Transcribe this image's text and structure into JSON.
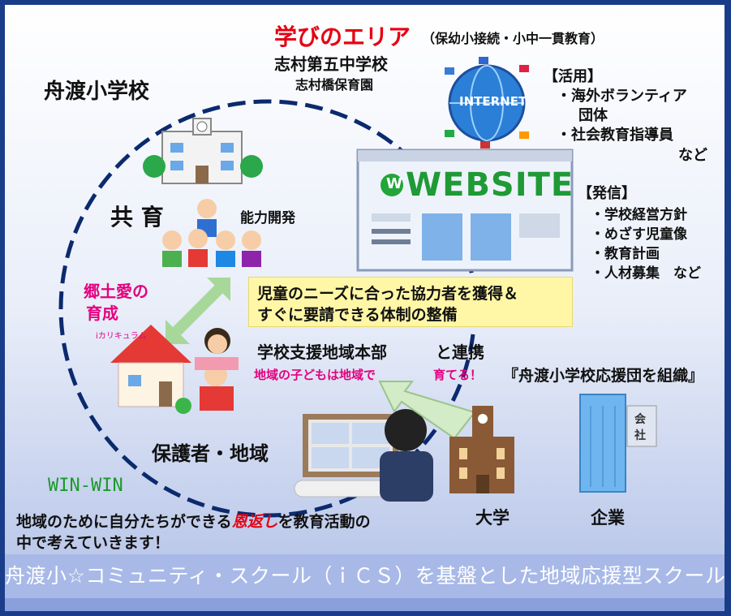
{
  "area_title": "学びのエリア",
  "area_subtitle": "（保幼小接続・小中一貫教育）",
  "junior_high": "志村第五中学校",
  "nursery": "志村橋保育園",
  "school_name": "舟渡小学校",
  "internet_label": "INTERNET",
  "usage": {
    "heading": "【活用】",
    "line1": "・海外ボランティア",
    "line2": "団体",
    "line3": "・社会教育指導員",
    "line4": "など"
  },
  "website_label": "WEBSITE",
  "website_logo": "W",
  "publish": {
    "heading": "【発信】",
    "items": [
      "・学校経営方針",
      "・めざす児童像",
      "・教育計画",
      "・人材募集　など"
    ]
  },
  "kyoiku": "共 育",
  "ability": "能力開発",
  "hometown": {
    "line1": "郷土愛の",
    "line2": "育成"
  },
  "curriculum": "iカリキュラム",
  "yellow_box": {
    "line1": "児童のニーズに合った協力者を獲得＆",
    "line2": "すぐに要請できる体制の整備"
  },
  "support_hq": "学校支援地域本部",
  "link_text": "と連携",
  "local_children": "地域の子どもは地域で",
  "raise": "育てる！",
  "support_group": "『舟渡小学校応援団を組織』",
  "guardians": "保護者・地域",
  "win_win": "WIN-WIN",
  "message": {
    "prefix": "地域のために自分たちができる",
    "emph": "恩返し",
    "suffix": "を教育活動の",
    "line2": "中で考えていきます！"
  },
  "university": "大学",
  "company": "企業",
  "company_sign": {
    "a": "会",
    "b": "社"
  },
  "banner": "舟渡小☆コミュニティ・スクール（ｉＣＳ）を基盤とした地域応援型スクール",
  "colors": {
    "accent_red": "#e60012",
    "accent_pink": "#e4007f",
    "win_green": "#1a9a2a",
    "circle_blue": "#0b2a6e",
    "banner_blue": "#a8b9e8"
  }
}
